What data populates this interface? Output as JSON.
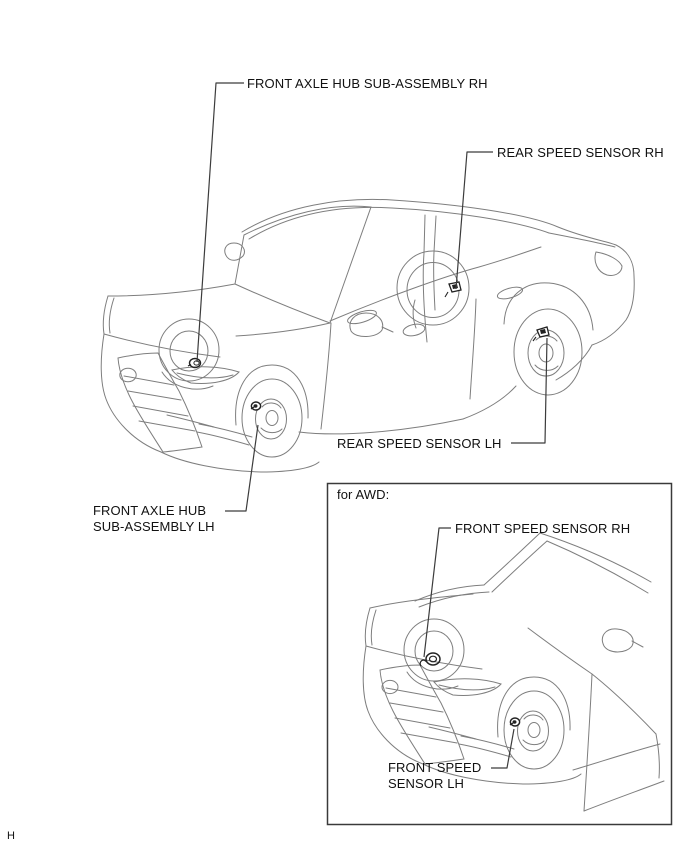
{
  "page": {
    "background": "#ffffff",
    "footer_mark": "H"
  },
  "colors": {
    "car_line": "#7e7e7e",
    "leader_line": "#3c3c3c",
    "sensor_dark": "#222222",
    "text": "#111111",
    "inset_border": "#3a3a3a"
  },
  "main_diagram": {
    "label_front_axle_hub_rh": "FRONT AXLE HUB SUB-ASSEMBLY RH",
    "label_rear_speed_sensor_rh": "REAR SPEED SENSOR RH",
    "label_rear_speed_sensor_lh": "REAR SPEED SENSOR LH",
    "label_front_axle_hub_lh_line1": "FRONT AXLE HUB",
    "label_front_axle_hub_lh_line2": "SUB-ASSEMBLY LH"
  },
  "inset_diagram": {
    "title": "for AWD:",
    "label_front_speed_sensor_rh": "FRONT SPEED SENSOR RH",
    "label_front_speed_sensor_lh_line1": "FRONT SPEED",
    "label_front_speed_sensor_lh_line2": "SENSOR LH"
  }
}
